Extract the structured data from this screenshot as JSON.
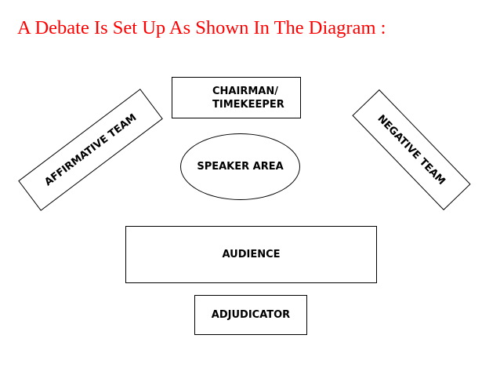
{
  "title": "A Debate Is Set Up As Shown In The Diagram :",
  "diagram": {
    "chairman_line1": "CHAIRMAN/",
    "chairman_line2": "TIMEKEEPER",
    "speaker_area": "SPEAKER AREA",
    "audience": "AUDIENCE",
    "adjudicator": "ADJUDICATOR",
    "affirmative_team": "AFFIRMATIVE TEAM",
    "negative_team": "NEGATIVE TEAM"
  }
}
